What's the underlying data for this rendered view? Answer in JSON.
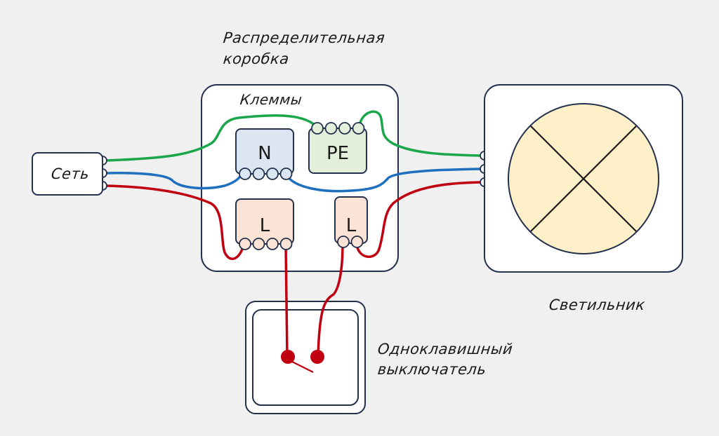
{
  "labels": {
    "junction_box_line1": "Распределительная",
    "junction_box_line2": "коробка",
    "terminals": "Клеммы",
    "mains": "Сеть",
    "luminaire": "Светильник",
    "switch_line1": "Одноклавишный",
    "switch_line2": "выключатель"
  },
  "terminals": {
    "neutral": "N",
    "ground": "PE",
    "line_in": "L",
    "line_out": "L"
  },
  "colors": {
    "background": "#f0f0f0",
    "outline": "#23314d",
    "wire_ground": "#1aa64a",
    "wire_neutral": "#1f6fbf",
    "wire_line": "#c00010",
    "terminal_neutral_fill": "#dce6f2",
    "terminal_ground_fill": "#e2efda",
    "terminal_line_fill": "#fbe4d5",
    "lamp_fill": "#fdefc8"
  }
}
